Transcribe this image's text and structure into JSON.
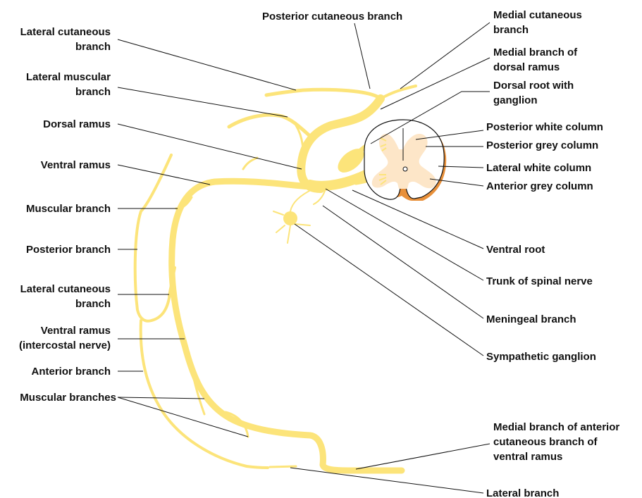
{
  "colors": {
    "nerve": "#fce47a",
    "cord_fill": "#fde6c8",
    "cord_shadow": "#e8903a",
    "text": "#111111"
  },
  "labels": {
    "posterior_cutaneous_branch": "Posterior cutaneous branch",
    "medial_cutaneous_branch_1": "Medial cutaneous",
    "medial_cutaneous_branch_2": "branch",
    "medial_branch_dorsal_ramus_1": "Medial branch of",
    "medial_branch_dorsal_ramus_2": "dorsal ramus",
    "dorsal_root_ganglion_1": "Dorsal root with",
    "dorsal_root_ganglion_2": "ganglion",
    "posterior_white_column": "Posterior white column",
    "posterior_grey_column": "Posterior grey column",
    "lateral_white_column": "Lateral white column",
    "anterior_grey_column": "Anterior grey column",
    "ventral_root": "Ventral root",
    "trunk_spinal_nerve": "Trunk of spinal nerve",
    "meningeal_branch": "Meningeal branch",
    "sympathetic_ganglion": "Sympathetic ganglion",
    "medial_branch_anterior_1": "Medial branch of anterior",
    "medial_branch_anterior_2": "cutaneous branch of",
    "medial_branch_anterior_3": "ventral ramus",
    "lateral_branch_bottom": "Lateral branch",
    "lateral_cutaneous_upper_1": "Lateral cutaneous",
    "lateral_cutaneous_upper_2": "branch",
    "lateral_muscular_1": "Lateral muscular",
    "lateral_muscular_2": "branch",
    "dorsal_ramus": "Dorsal ramus",
    "ventral_ramus": "Ventral ramus",
    "muscular_branch": "Muscular branch",
    "posterior_branch": "Posterior branch",
    "lateral_cutaneous_lower_1": "Lateral cutaneous",
    "lateral_cutaneous_lower_2": "branch",
    "ventral_ramus_intercostal_1": "Ventral ramus",
    "ventral_ramus_intercostal_2": "(intercostal nerve)",
    "anterior_branch": "Anterior branch",
    "muscular_branches": "Muscular branches"
  }
}
